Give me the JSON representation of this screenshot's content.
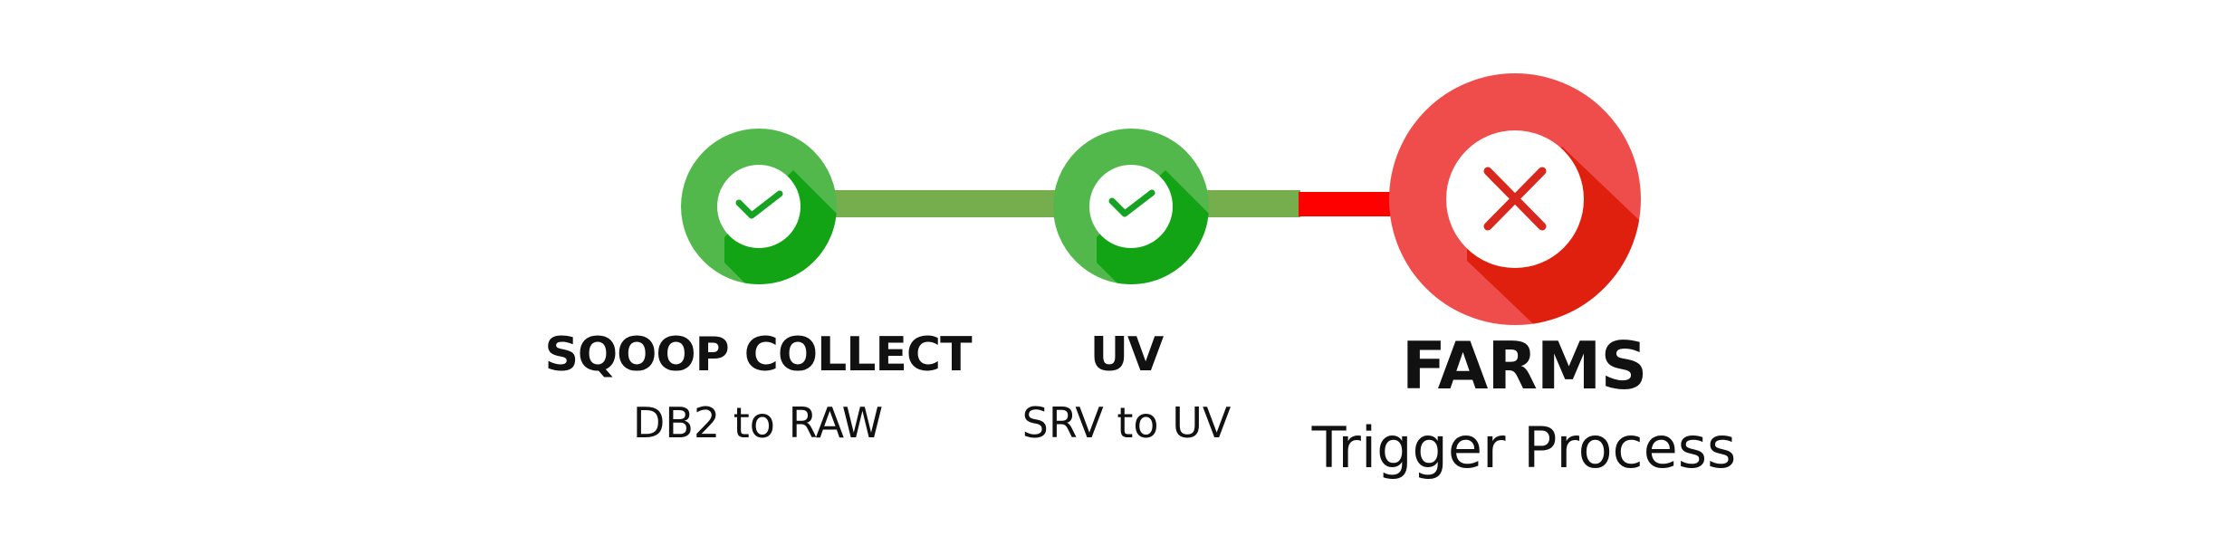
{
  "pipeline": {
    "steps": [
      {
        "title": "SQOOP COLLECT",
        "subtitle": "DB2 to RAW",
        "status": "success",
        "status_icon": "check-icon"
      },
      {
        "title": "UV",
        "subtitle": "SRV to UV",
        "status": "success",
        "status_icon": "check-icon"
      },
      {
        "title": "FARMS",
        "subtitle": "Trigger Process",
        "status": "failed",
        "status_icon": "cross-icon"
      }
    ],
    "colors": {
      "success_circle": "#52b84b",
      "success_shadow": "#12a414",
      "success_check": "#16a321",
      "connector_ok": "#76ae4d",
      "connector_fail": "#ff0000",
      "failed_circle": "#ef4d4b",
      "failed_shadow": "#e0200f",
      "failed_cross": "#d8281d"
    }
  }
}
